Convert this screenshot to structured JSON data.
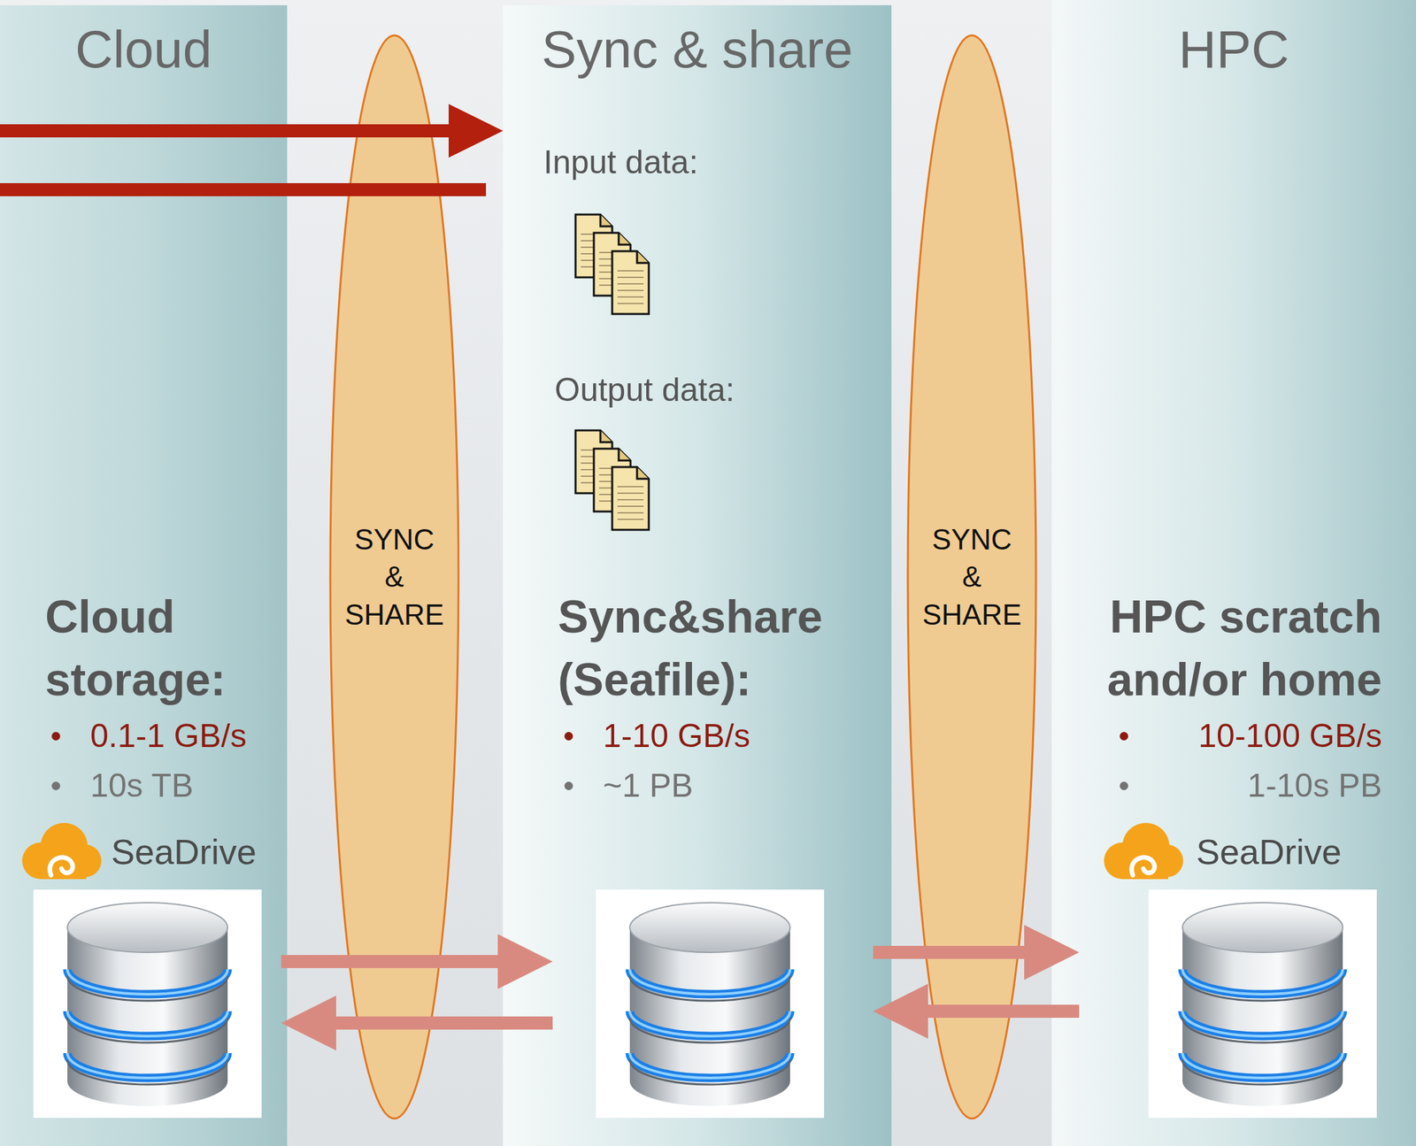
{
  "diagram": {
    "nodes": [
      {
        "text": [
          "Cloud"
        ]
      },
      {
        "text": [
          "SYNC & SHARE"
        ]
      },
      {
        "text": [
          "Sync & share"
        ]
      },
      {
        "text": [
          "SYNC & SHARE"
        ]
      },
      {
        "text": [
          "HPC"
        ]
      },
      {
        "text": [
          "Cloud storage:",
          "0.1-1 GB/s",
          "10s TB"
        ],
        "in": 0
      },
      {
        "text": [
          "Sync&share (Seafile):",
          "1-10 GB/s",
          "~1 PB"
        ],
        "in": 2
      },
      {
        "text": [
          "HPC scratch and/or home",
          "10-100 GB/s",
          "1-10s PB"
        ],
        "in": 4
      }
    ],
    "edges": [
      {
        "from": 5,
        "to": 6,
        "arrow": "to"
      },
      {
        "from": 6,
        "to": 5,
        "arrow": "to"
      },
      {
        "from": 6,
        "to": 7,
        "arrow": "to"
      },
      {
        "from": 7,
        "to": 6,
        "arrow": "to"
      }
    ],
    "labels": [
      "Input data:",
      "Output data:",
      "SeaDrive",
      "SeaDrive"
    ]
  }
}
